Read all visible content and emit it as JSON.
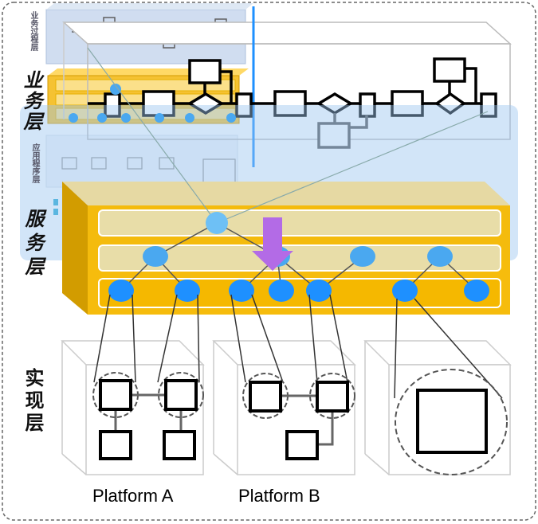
{
  "layers": {
    "business": "业务层",
    "business_small": "业务过程层",
    "application_small": "应用程序层",
    "service": "服务层",
    "implementation": "实现层"
  },
  "platforms": [
    {
      "label": "Platform A"
    },
    {
      "label": "Platform B"
    }
  ],
  "colors": {
    "service_gold": "#f5b800",
    "node_blue": "#1e90ff",
    "node_light": "#6ec0f5",
    "arrow_purple": "#b36be6",
    "overlay_blue": "#9cc6f0"
  }
}
